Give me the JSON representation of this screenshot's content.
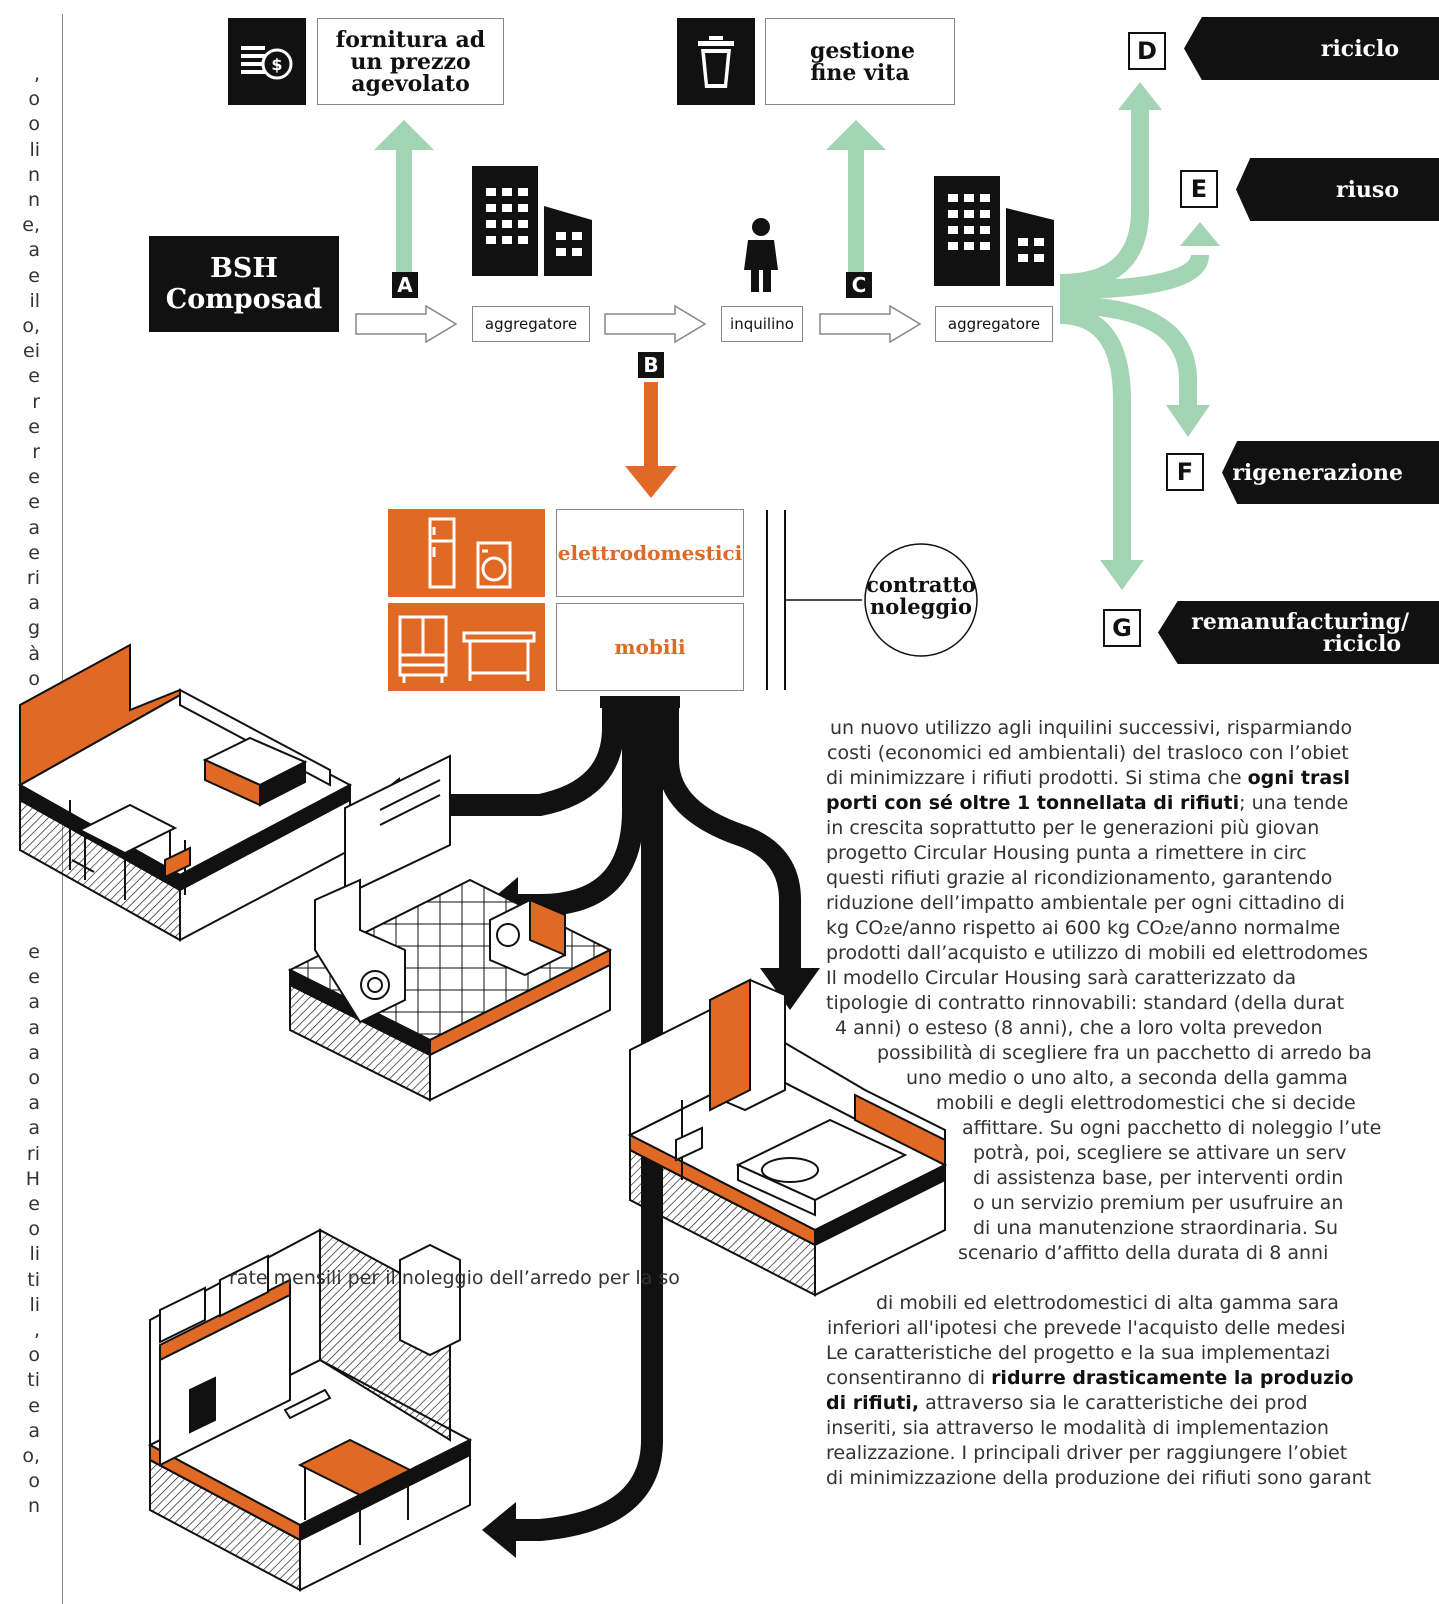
{
  "top": {
    "fornitura_label": "fornitura ad un prezzo agevolato",
    "gestione_label": "gestione fine vita"
  },
  "source": {
    "line1": "BSH",
    "line2": "Composad"
  },
  "nodes": {
    "aggregatore_1": "aggregatore",
    "inquilino": "inquilino",
    "aggregatore_2": "aggregatore"
  },
  "letters": {
    "a": "A",
    "b": "B",
    "c": "C",
    "d": "D",
    "e": "E",
    "f": "F",
    "g": "G"
  },
  "outcomes": {
    "riciclo": "riciclo",
    "riuso": "riuso",
    "rigenerazione": "rigenerazione",
    "remanufacturing_line1": "remanufacturing/",
    "remanufacturing_line2": "riciclo"
  },
  "products": {
    "elettrodomestici": "elettrodomestici",
    "mobili": "mobili"
  },
  "contract": {
    "line1": "contratto",
    "line2": "noleggio"
  },
  "left_column_fragments_top": [
    ",",
    "o",
    "o",
    "li",
    "n",
    "n",
    "e,",
    "a",
    "e",
    "il",
    "o,",
    "ei",
    "e",
    "r",
    "e",
    "r",
    "e",
    "e",
    "a",
    "e",
    "ri",
    "a",
    "g",
    "à",
    "o",
    ","
  ],
  "left_column_fragments_bottom": [
    "e",
    "e",
    "a",
    "a",
    "a",
    "o",
    "a",
    "a",
    "ri",
    "H",
    "e",
    "o",
    "li",
    "ti",
    "li",
    ",",
    "o",
    "ti",
    "e",
    "a",
    "o,",
    "o",
    "n"
  ],
  "body_lines": [
    "un nuovo utilizzo agli inquilini successivi, risparmiando",
    "costi (economici ed ambientali) del trasloco con l’obiet",
    "di minimizzare i rifiuti prodotti. Si stima che ",
    "porti con sé oltre 1 tonnellata di rifiuti",
    "in crescita soprattutto per le generazioni più giovan",
    "progetto Circular Housing punta a rimettere in circ",
    "questi rifiuti grazie al ricondizionamento, garantendo",
    "riduzione dell’impatto ambientale per ogni cittadino di",
    "kg CO₂e/anno rispetto ai 600 kg CO₂e/anno normalme",
    "prodotti dall’acquisto e utilizzo di mobili ed elettrodomes",
    "Il modello Circular Housing sarà caratterizzato da",
    "tipologie di contratto rinnovabili: standard (della durat",
    "4 anni) o esteso (8 anni), che a loro volta prevedon",
    "possibilità di scegliere fra un pacchetto di arredo ba",
    "uno medio o uno alto, a seconda della gamma",
    "mobili e degli elettrodomestici che si decide",
    "affittare. Su ogni pacchetto di noleggio l’ute",
    "potrà, poi, scegliere se attivare un serv",
    "di assistenza base, per interventi ordin",
    "o un servizio premium per usufruire an",
    "di una manutenzione straordinaria. Su",
    "scenario d’affitto della durata di 8 anni",
    "rate mensili per il noleggio dell’arredo per la so",
    "di mobili ed elettrodomestici di alta gamma sara",
    "inferiori all'ipotesi che prevede l'acquisto delle medesi",
    "Le caratteristiche del progetto e la sua implementazi",
    "consentiranno di ",
    " attraverso sia le caratteristiche dei prod",
    "inseriti, sia attraverso le modalità di implementazion",
    "realizzazione. I principali driver per raggiungere l’obiet",
    "di minimizzazione della produzione dei rifiuti sono garant"
  ],
  "bold_phrases": {
    "ogni_trasloco": "ogni trasl",
    "tonnellata_suffix": "; una tende",
    "ridurre": "ridurre drasticamente la produzio",
    "di_rifiuti": "di rifiuti,"
  },
  "colors": {
    "accent_orange": "#e06a25",
    "accent_green": "#a3d4b4",
    "black": "#111111"
  },
  "icons": [
    "money-stack-icon",
    "trash-bin-icon",
    "building-icon",
    "person-icon",
    "fridge-icon",
    "washing-machine-icon",
    "wardrobe-icon",
    "table-icon"
  ]
}
